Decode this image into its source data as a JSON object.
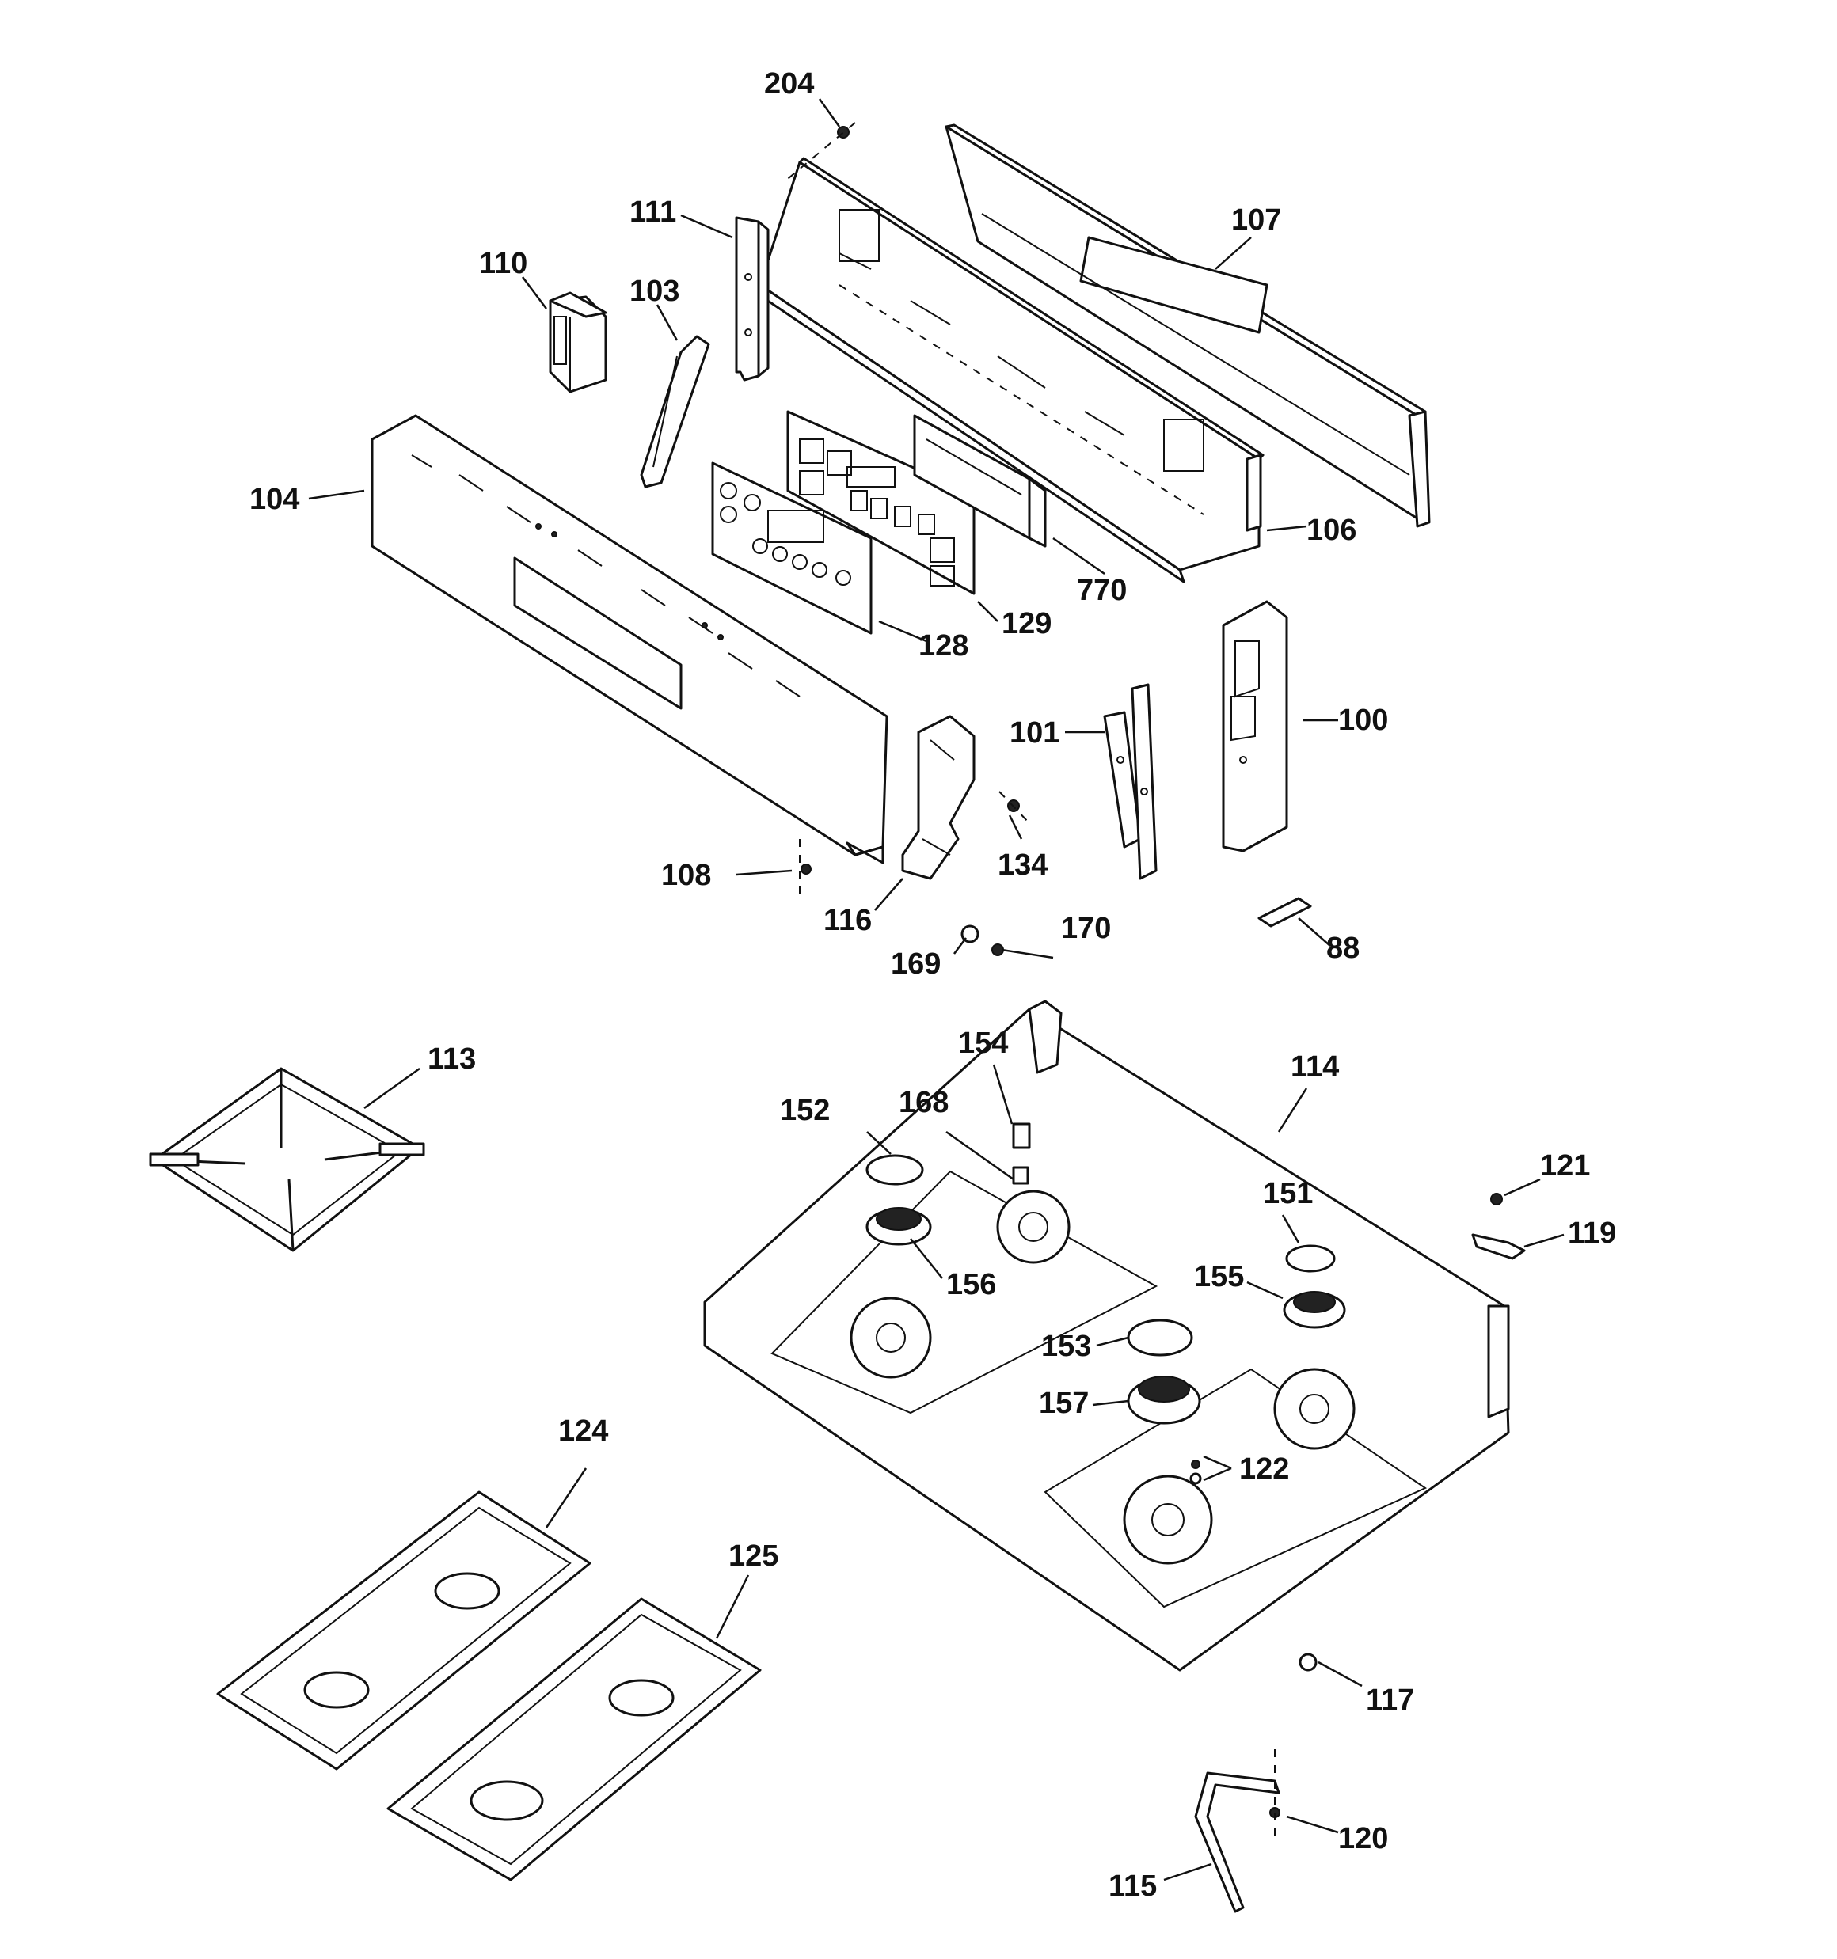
{
  "diagram": {
    "callouts": {
      "c204": "204",
      "c107": "107",
      "c111": "111",
      "c110": "110",
      "c103": "103",
      "c104": "104",
      "c106": "106",
      "c770": "770",
      "c129": "129",
      "c128": "128",
      "c100": "100",
      "c101": "101",
      "c134": "134",
      "c108": "108",
      "c116": "116",
      "c170": "170",
      "c169": "169",
      "c88": "88",
      "c113": "113",
      "c114": "114",
      "c154": "154",
      "c168": "168",
      "c152": "152",
      "c121": "121",
      "c151": "151",
      "c119": "119",
      "c155": "155",
      "c156": "156",
      "c153": "153",
      "c157": "157",
      "c122": "122",
      "c124": "124",
      "c125": "125",
      "c117": "117",
      "c120": "120",
      "c115": "115"
    }
  }
}
